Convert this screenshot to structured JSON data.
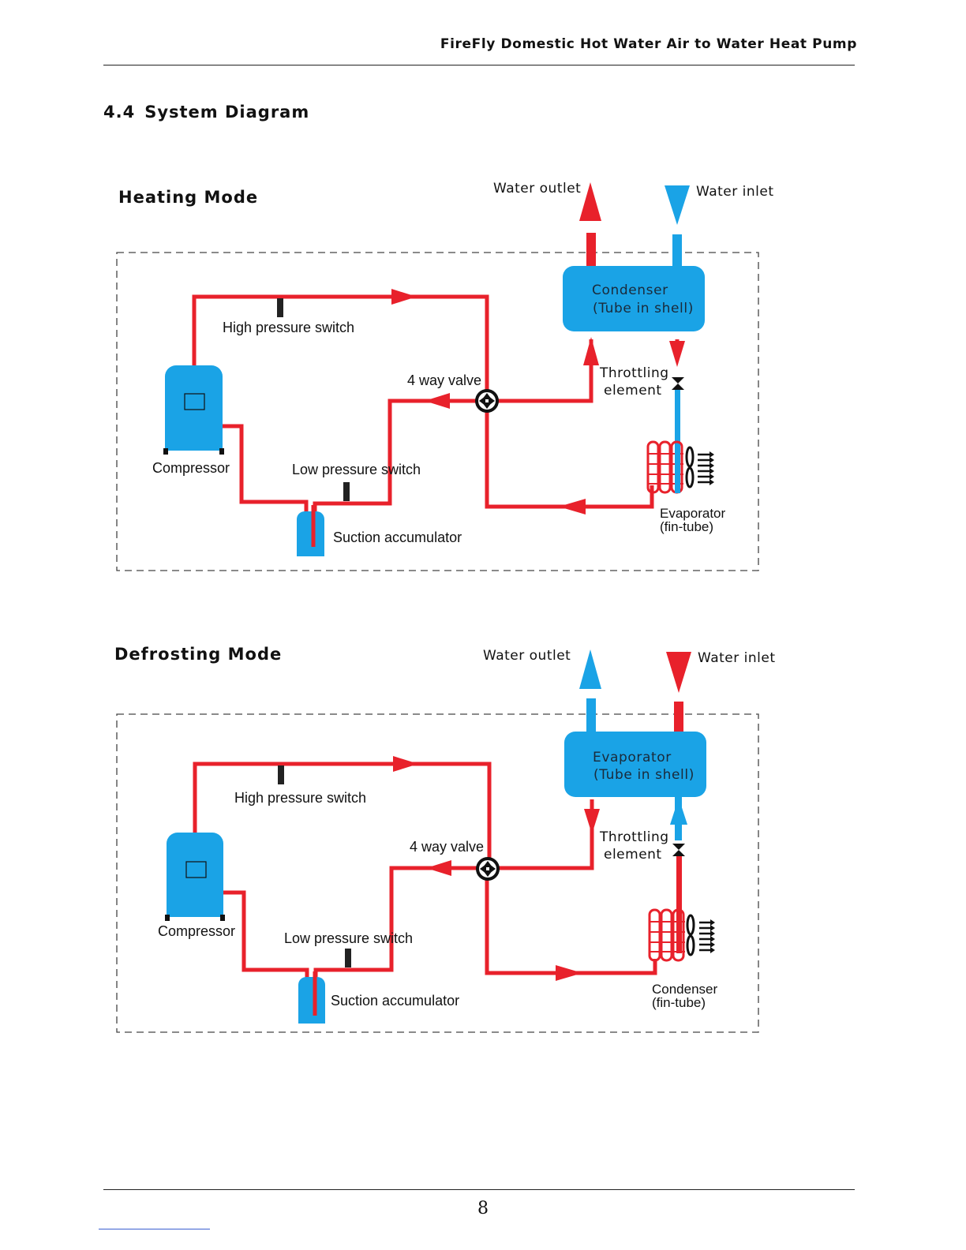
{
  "header": {
    "title": "FireFly Domestic Hot Water Air to Water Heat Pump"
  },
  "section": {
    "number": "4.4",
    "title": "System Diagram"
  },
  "colors": {
    "refrigerant": "#e8212b",
    "water_cold": "#1aa3e6",
    "component": "#1aa3e6",
    "border": "#444444"
  },
  "diagrams": [
    {
      "mode": "Heating Mode",
      "water_outlet": "Water outlet",
      "water_inlet": "Water inlet",
      "hx_top_line1": "Condenser",
      "hx_top_line2": "(Tube in shell)",
      "high_pressure_switch": "High pressure switch",
      "four_way_valve": "4 way valve",
      "throttling_line1": "Throttling",
      "throttling_line2": "element",
      "compressor": "Compressor",
      "low_pressure_switch": "Low pressure switch",
      "suction_accumulator": "Suction accumulator",
      "coil_line1": "Evaporator",
      "coil_line2": "(fin-tube)"
    },
    {
      "mode": "Defrosting Mode",
      "water_outlet": "Water outlet",
      "water_inlet": "Water inlet",
      "hx_top_line1": "Evaporator",
      "hx_top_line2": "(Tube in shell)",
      "high_pressure_switch": "High pressure switch",
      "four_way_valve": "4 way valve",
      "throttling_line1": "Throttling",
      "throttling_line2": "element",
      "compressor": "Compressor",
      "low_pressure_switch": "Low pressure switch",
      "suction_accumulator": "Suction accumulator",
      "coil_line1": "Condenser",
      "coil_line2": "(fin-tube)"
    }
  ],
  "footer": {
    "page_number": "8"
  }
}
